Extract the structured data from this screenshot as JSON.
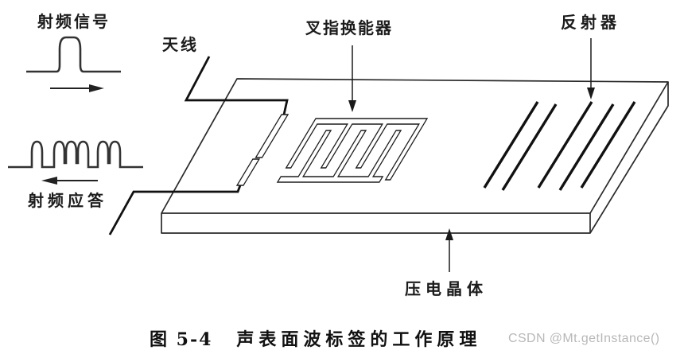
{
  "diagram": {
    "labels": {
      "rf_signal": "射频信号",
      "antenna": "天线",
      "idt": "叉指换能器",
      "reflector": "反射器",
      "rf_response": "射频应答",
      "piezo_crystal": "压电晶体"
    },
    "caption": {
      "figure_number": "图 5-4",
      "title": "声表面波标签的工作原理"
    },
    "watermark": "CSDN @Mt.getInstance()",
    "icons": {
      "rf_signal_direction": "right-arrow",
      "rf_response_direction": "left-arrow",
      "idt_pointer": "down-arrow",
      "reflector_pointer": "down-arrow",
      "piezo_pointer": "up-arrow"
    },
    "colors": {
      "line": "#222222",
      "wire": "#111111",
      "watermark_gray": "#b8b8b8",
      "background": "#ffffff"
    }
  }
}
